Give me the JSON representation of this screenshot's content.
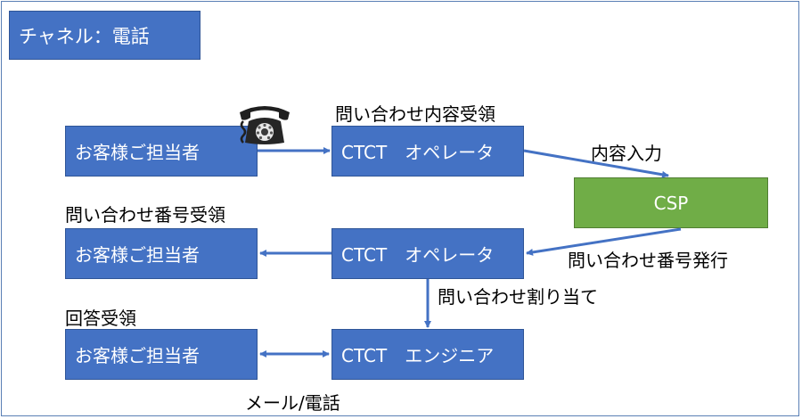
{
  "title": "チャネル：電話",
  "customer_label": "お客様ご担当者",
  "operator_label": "CTCT　オペレータ",
  "engineer_label": "CTCT　エンジニア",
  "csp_label": "CSP",
  "labels": {
    "inquiry_received": "問い合わせ内容受領",
    "content_input": "内容入力",
    "ticket_number_received": "問い合わせ番号受領",
    "ticket_number_issued": "問い合わせ番号発行",
    "inquiry_assigned": "問い合わせ割り当て",
    "answer_received": "回答受領",
    "mail_phone": "メール/電話"
  },
  "icons": {
    "phone": "telephone-icon"
  },
  "colors": {
    "box_blue": "#4472c4",
    "box_green": "#70ad47",
    "arrow": "#4472c4"
  }
}
